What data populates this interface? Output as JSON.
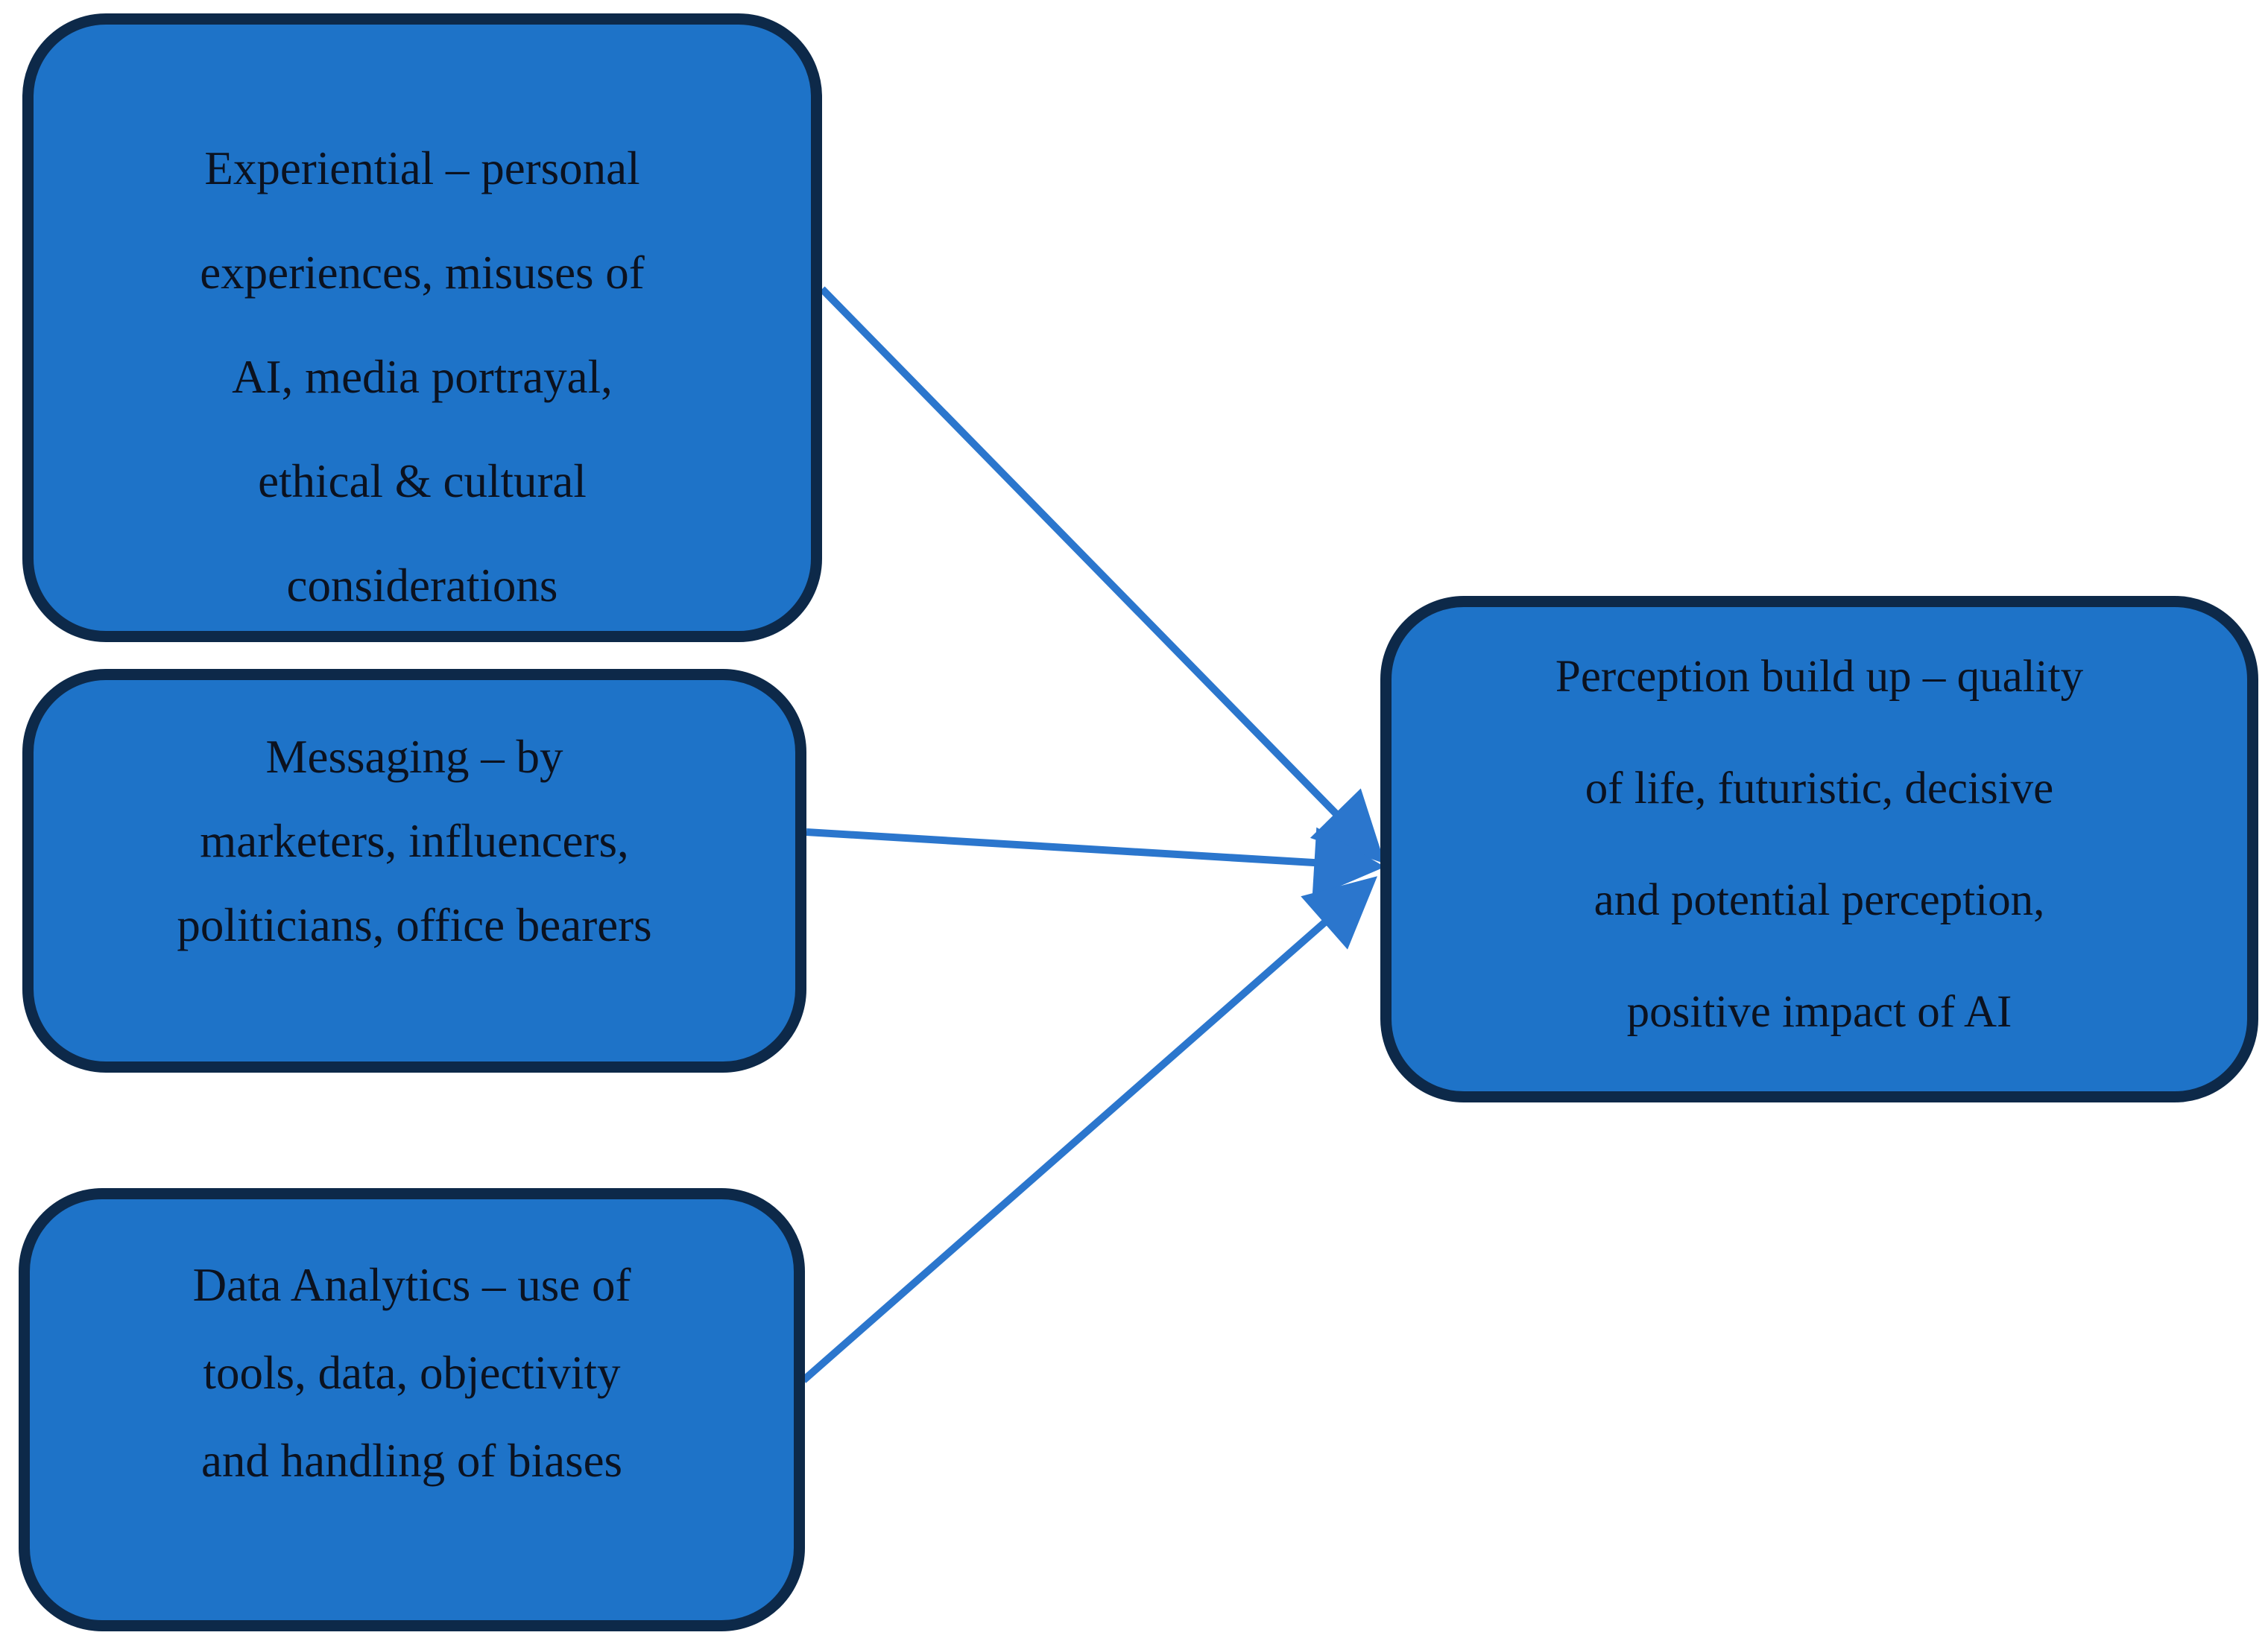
{
  "colors": {
    "node_fill": "#1E73C8",
    "node_border": "#0D2949",
    "arrow": "#2B76CD",
    "text": "#0B1220",
    "background": "#FFFFFF"
  },
  "nodes": [
    {
      "id": "experiential",
      "lines": [
        "Experiential – personal",
        "experiences, misuses of",
        "AI, media portrayal,",
        "ethical & cultural",
        "considerations"
      ]
    },
    {
      "id": "messaging",
      "lines": [
        "Messaging – by",
        "marketers, influencers,",
        "politicians, office bearers"
      ]
    },
    {
      "id": "data-analytics",
      "lines": [
        "Data Analytics – use of",
        "tools, data, objectivity",
        "and handling of biases"
      ]
    },
    {
      "id": "perception",
      "lines": [
        "Perception build up – quality",
        "of life, futuristic, decisive",
        "and potential perception,",
        "positive impact of AI"
      ]
    }
  ],
  "arrows": [
    {
      "from": "experiential",
      "to": "perception"
    },
    {
      "from": "messaging",
      "to": "perception"
    },
    {
      "from": "data-analytics",
      "to": "perception"
    }
  ]
}
